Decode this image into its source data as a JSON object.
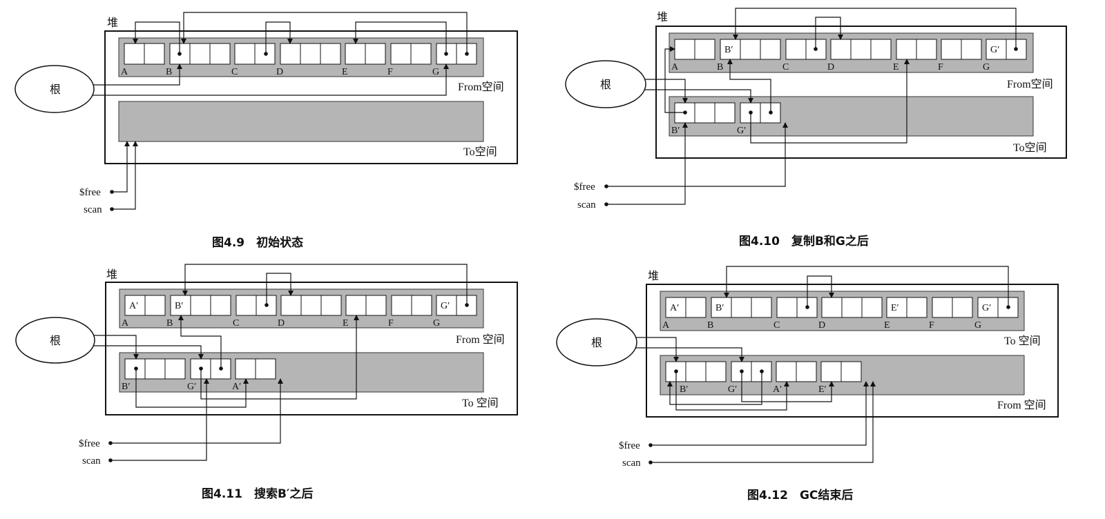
{
  "labels": {
    "heap": "堆",
    "root": "根",
    "free": "$free",
    "scan": "scan",
    "from_space": "From空间",
    "to_space": "To空间",
    "from_space_spaced": "From 空间",
    "to_space_spaced": "To 空间"
  },
  "figures": {
    "fig1": {
      "caption": "图4.9　初始状态",
      "top_labels": [
        "A",
        "B",
        "C",
        "D",
        "E",
        "F",
        "G"
      ],
      "top_cells": [
        "",
        "",
        "",
        "",
        "",
        "",
        "",
        "",
        "",
        "",
        "",
        "",
        "",
        "",
        ""
      ],
      "bottom_labels": [],
      "bottom_cells": []
    },
    "fig2": {
      "caption": "图4.10　复制B和G之后",
      "top_labels": [
        "A",
        "B",
        "C",
        "D",
        "E",
        "F",
        "G"
      ],
      "top_cells": [
        "",
        "B′",
        "",
        "",
        "",
        "",
        "",
        "",
        "",
        "",
        "",
        "",
        "",
        "G′",
        ""
      ],
      "bottom_labels": [
        "B′",
        "G′"
      ],
      "bottom_cells": [
        "",
        "",
        "",
        "",
        ""
      ]
    },
    "fig3": {
      "caption": "图4.11　搜索B′之后",
      "top_labels": [
        "A",
        "B",
        "C",
        "D",
        "E",
        "F",
        "G"
      ],
      "top_cells": [
        "A′",
        "",
        "B′",
        "",
        "",
        "",
        "",
        "",
        "",
        "",
        "",
        "",
        "",
        "",
        "G′",
        ""
      ],
      "bottom_labels": [
        "B′",
        "G′",
        "A′"
      ],
      "bottom_cells": [
        "",
        "",
        "",
        "",
        "",
        "",
        ""
      ]
    },
    "fig4": {
      "caption": "图4.12　GC结束后",
      "top_labels": [
        "A",
        "B",
        "C",
        "D",
        "E",
        "F",
        "G"
      ],
      "top_cells": [
        "A′",
        "",
        "B′",
        "",
        "",
        "",
        "",
        "",
        "",
        "",
        "E′",
        "",
        "",
        "",
        "G′",
        ""
      ],
      "bottom_labels": [
        "B′",
        "G′",
        "A′",
        "E′"
      ],
      "bottom_cells": [
        "",
        "",
        "",
        "",
        "",
        "",
        "",
        "",
        ""
      ]
    }
  }
}
